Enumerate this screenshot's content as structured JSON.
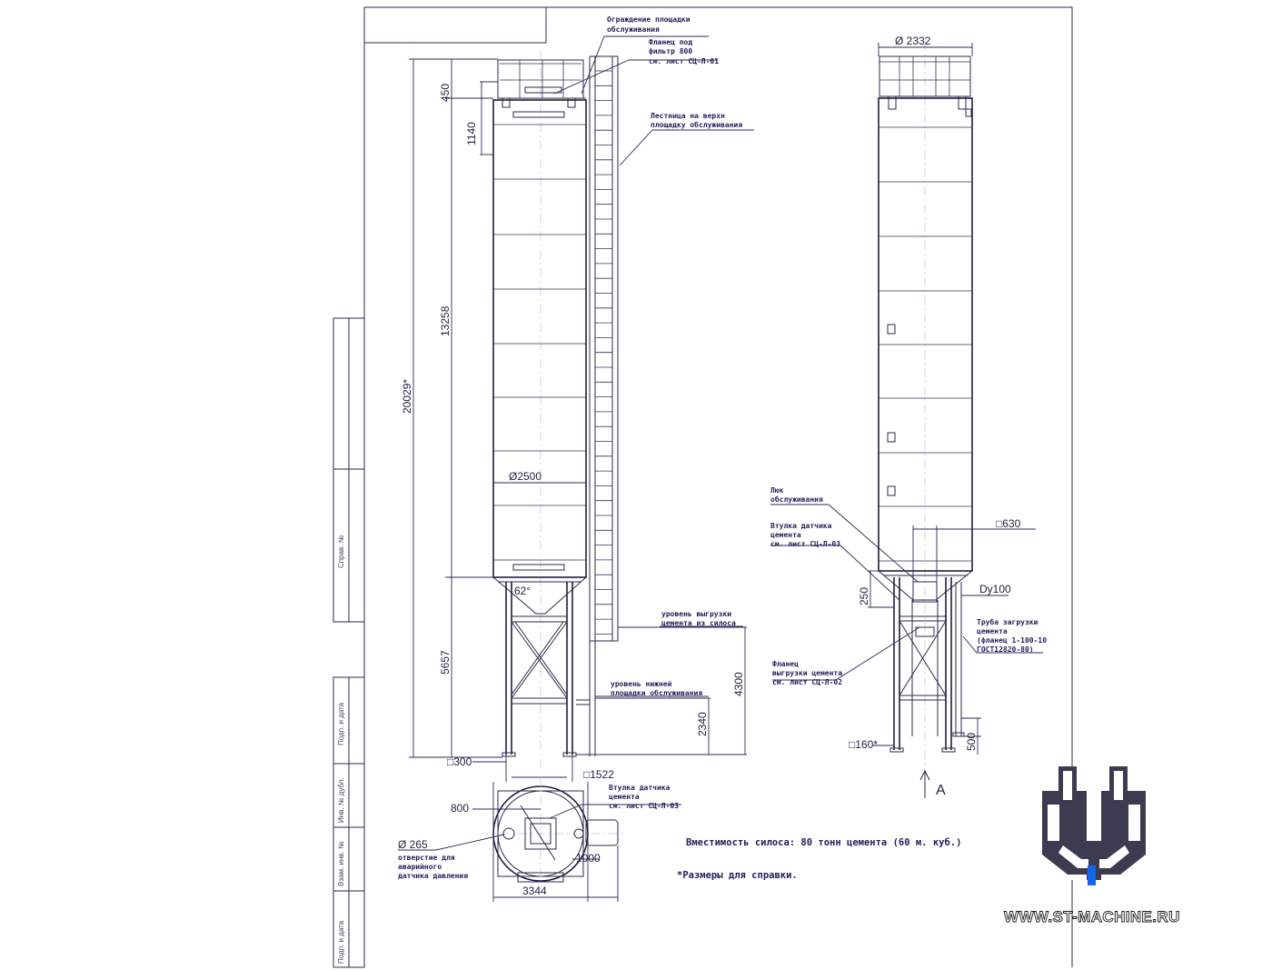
{
  "labels": {
    "guard": [
      "Ограждение площадки",
      "обслуживания"
    ],
    "flange_filter": [
      "Фланец под",
      "фильтр 800",
      "см. лист СЦ-Л-01"
    ],
    "ladder": [
      "Лестница на верхн",
      "площадку обслуживания"
    ],
    "unload_level": [
      "уровень выгрузки",
      "цемента из силоса"
    ],
    "lower_platform": [
      "уровень нижней",
      "площадки обслуживания"
    ],
    "hatch": [
      "Люк",
      "обслуживания"
    ],
    "sensor_bushing_side": [
      "Втулка датчика",
      "цемента",
      "см. лист СЦ-Л-03"
    ],
    "load_pipe": [
      "Труба загрузки",
      "цемента",
      "(фланец 1-100-10",
      "ГОСТ12820-80)"
    ],
    "unload_flange": [
      "Фланец",
      "выгрузки цемента",
      "см. лист СЦ-Л-02"
    ],
    "sensor_bushing_plan": [
      "Втулка датчика",
      "цемента",
      "см. лист СЦ-Л-03"
    ],
    "emergency_hole": [
      "отверстие для",
      "аварийного",
      "датчика давления"
    ]
  },
  "dims": {
    "d450": "450",
    "d1140": "1140",
    "d13258": "13258",
    "d20029": "20029*",
    "d5657": "5657",
    "d2500": "Ø2500",
    "d62": "62°",
    "d300": "□300",
    "d1522": "□1522",
    "d4300": "4300",
    "d2340": "2340",
    "d2332": "Ø 2332",
    "d630": "□630",
    "d250": "250",
    "dDy100": "Dy100",
    "d160": "□160*",
    "d500": "500",
    "d800": "800",
    "d265": "Ø 265",
    "d1000": "1000",
    "d3344": "3344",
    "viewA": "A"
  },
  "notes": {
    "capacity": "Вместимость силоса: 80 тонн цемента (60 м. куб.)",
    "reference": "*Размеры для справки."
  },
  "stamp": {
    "sprav": "Справ. №",
    "podp1": "Подп. и дата",
    "inv_dubl": "Инв. № дубл.",
    "vzam": "Взам. инв. №",
    "podp2": "Подп. и дата"
  },
  "logo": {
    "text": "WWW.ST-MACHINE.RU",
    "accent": "#1565e8"
  }
}
